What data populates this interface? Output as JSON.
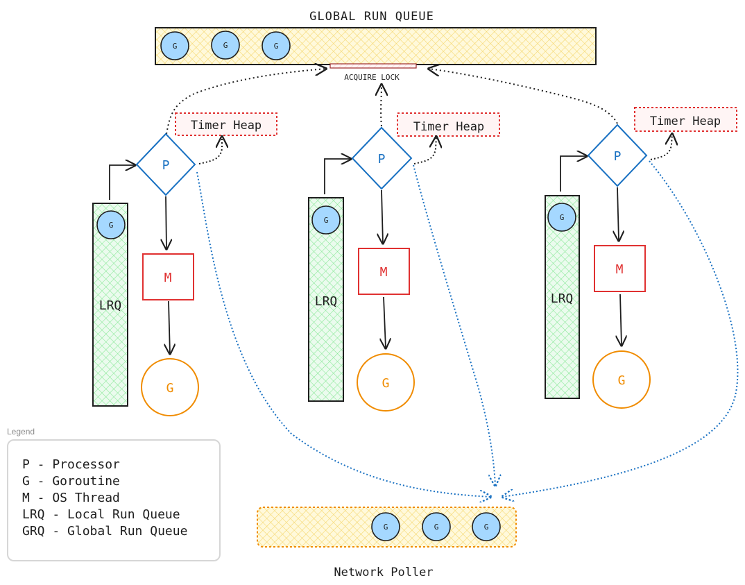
{
  "global_queue": {
    "title": "GLOBAL RUN QUEUE",
    "goroutines": [
      "G",
      "G",
      "G"
    ]
  },
  "lock_label": "ACQUIRE LOCK",
  "processors": [
    {
      "p": "P",
      "m": "M",
      "g": "G",
      "lrq_label": "LRQ",
      "lrq_goroutine": "G",
      "timer_heap": "Timer Heap"
    },
    {
      "p": "P",
      "m": "M",
      "g": "G",
      "lrq_label": "LRQ",
      "lrq_goroutine": "G",
      "timer_heap": "Timer Heap"
    },
    {
      "p": "P",
      "m": "M",
      "g": "G",
      "lrq_label": "LRQ",
      "lrq_goroutine": "G",
      "timer_heap": "Timer Heap"
    }
  ],
  "network_poller": {
    "title": "Network Poller",
    "goroutines": [
      "G",
      "G",
      "G"
    ]
  },
  "legend": {
    "title": "Legend",
    "items": [
      "P - Processor",
      "G - Goroutine",
      "M - OS Thread",
      "LRQ - Local Run Queue",
      "GRQ - Global Run Queue"
    ]
  },
  "colors": {
    "processor": "#1971c2",
    "thread": "#e03131",
    "goroutine": "#f08c00",
    "goroutine_fill": "#a5d8ff",
    "queue_fill": "#fff3bf",
    "lrq_fill": "#b2f2bb",
    "timer_heap": "#e03131"
  }
}
